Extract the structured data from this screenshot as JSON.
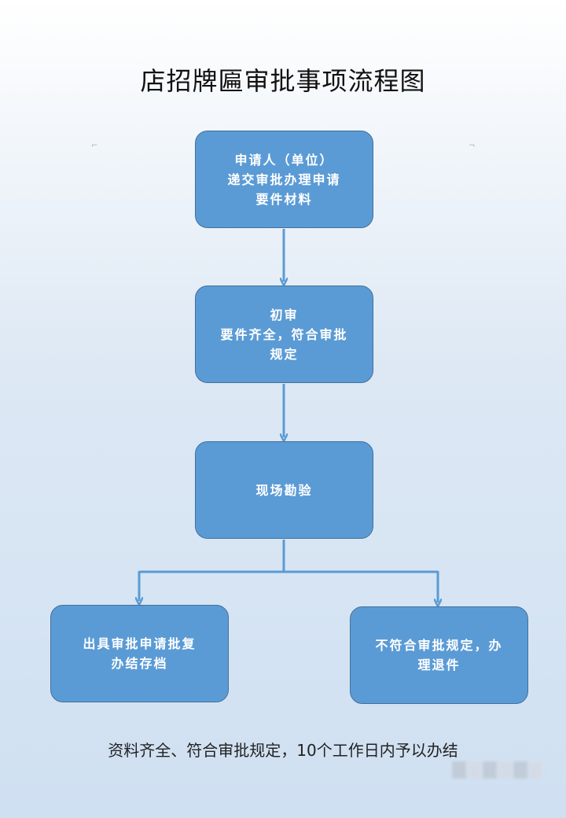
{
  "title": "店招牌匾审批事项流程图",
  "steps": [
    {
      "lines": [
        "申请人（单位）",
        "递交审批办理申请",
        "要件材料"
      ]
    },
    {
      "lines": [
        "初审",
        "要件齐全，符合审批",
        "规定"
      ]
    },
    {
      "lines": [
        "现场勘验"
      ]
    }
  ],
  "outcomes": [
    {
      "lines": [
        "出具审批申请批复",
        "办结存档"
      ]
    },
    {
      "lines": [
        "不符合审批规定，办",
        "理退件"
      ]
    }
  ],
  "footer_note": "资料齐全、符合审批规定，10个工作日内予以办结",
  "colors": {
    "box_fill": "#5b9bd5",
    "box_border": "#41719c",
    "connector": "#5b9bd5",
    "text": "#ffffff"
  }
}
